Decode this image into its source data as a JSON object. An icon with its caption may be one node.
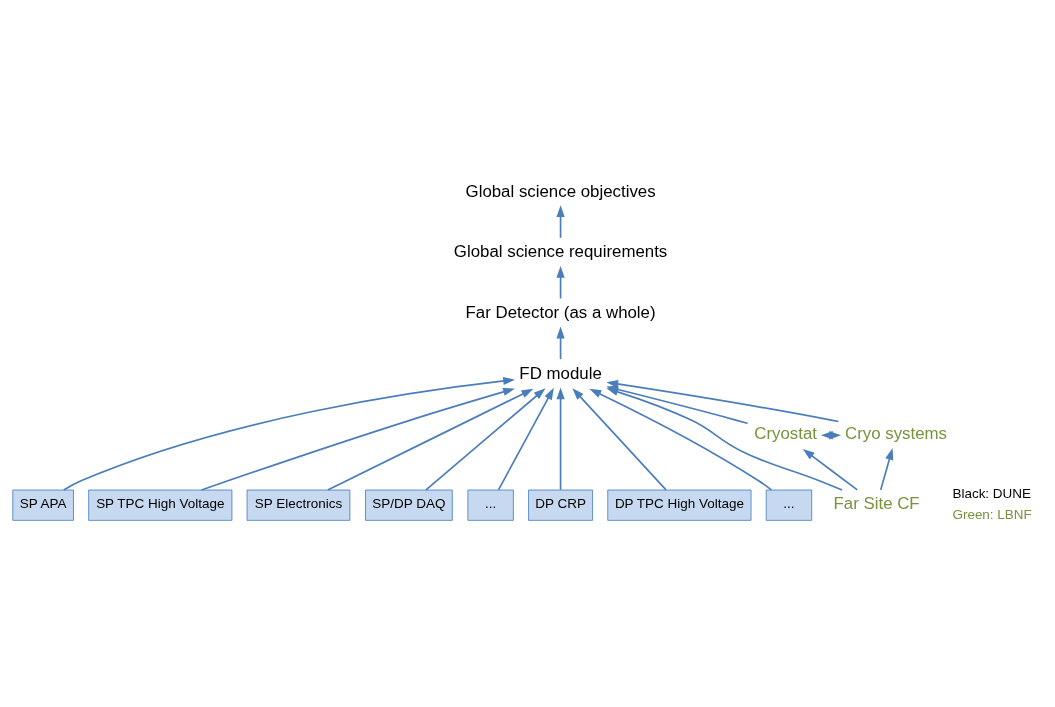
{
  "diagram": {
    "nodes": [
      {
        "text": [
          "Global science objectives"
        ]
      },
      {
        "text": [
          "Global science requirements"
        ]
      },
      {
        "text": [
          "Far Detector (as a whole)"
        ]
      },
      {
        "text": [
          "FD module"
        ]
      },
      {
        "text": [
          "SP APA"
        ]
      },
      {
        "text": [
          "SP TPC High Voltage"
        ]
      },
      {
        "text": [
          "SP Electronics"
        ]
      },
      {
        "text": [
          "SP/DP DAQ"
        ]
      },
      {
        "text": [
          "..."
        ]
      },
      {
        "text": [
          "DP CRP"
        ]
      },
      {
        "text": [
          "DP TPC High Voltage"
        ]
      },
      {
        "text": [
          "..."
        ]
      },
      {
        "text": [
          "Cryostat"
        ]
      },
      {
        "text": [
          "Cryo systems"
        ]
      },
      {
        "text": [
          "Far Site CF"
        ]
      }
    ],
    "edges": [
      {
        "from": 1,
        "to": 0,
        "arrow": "to"
      },
      {
        "from": 2,
        "to": 1,
        "arrow": "to"
      },
      {
        "from": 3,
        "to": 2,
        "arrow": "to"
      },
      {
        "from": 4,
        "to": 3,
        "arrow": "to"
      },
      {
        "from": 5,
        "to": 3,
        "arrow": "to"
      },
      {
        "from": 6,
        "to": 3,
        "arrow": "to"
      },
      {
        "from": 7,
        "to": 3,
        "arrow": "to"
      },
      {
        "from": 8,
        "to": 3,
        "arrow": "to"
      },
      {
        "from": 9,
        "to": 3,
        "arrow": "to"
      },
      {
        "from": 10,
        "to": 3,
        "arrow": "to"
      },
      {
        "from": 11,
        "to": 3,
        "arrow": "to"
      },
      {
        "from": 14,
        "to": 3,
        "arrow": "to"
      },
      {
        "from": 12,
        "to": 3,
        "arrow": "to"
      },
      {
        "from": 13,
        "to": 3,
        "arrow": "to"
      },
      {
        "from": 12,
        "to": 13,
        "arrow": "both"
      },
      {
        "from": 14,
        "to": 12,
        "arrow": "to"
      },
      {
        "from": 14,
        "to": 13,
        "arrow": "to"
      }
    ],
    "labels": [
      "Black: DUNE",
      "Green: LBNF"
    ]
  }
}
